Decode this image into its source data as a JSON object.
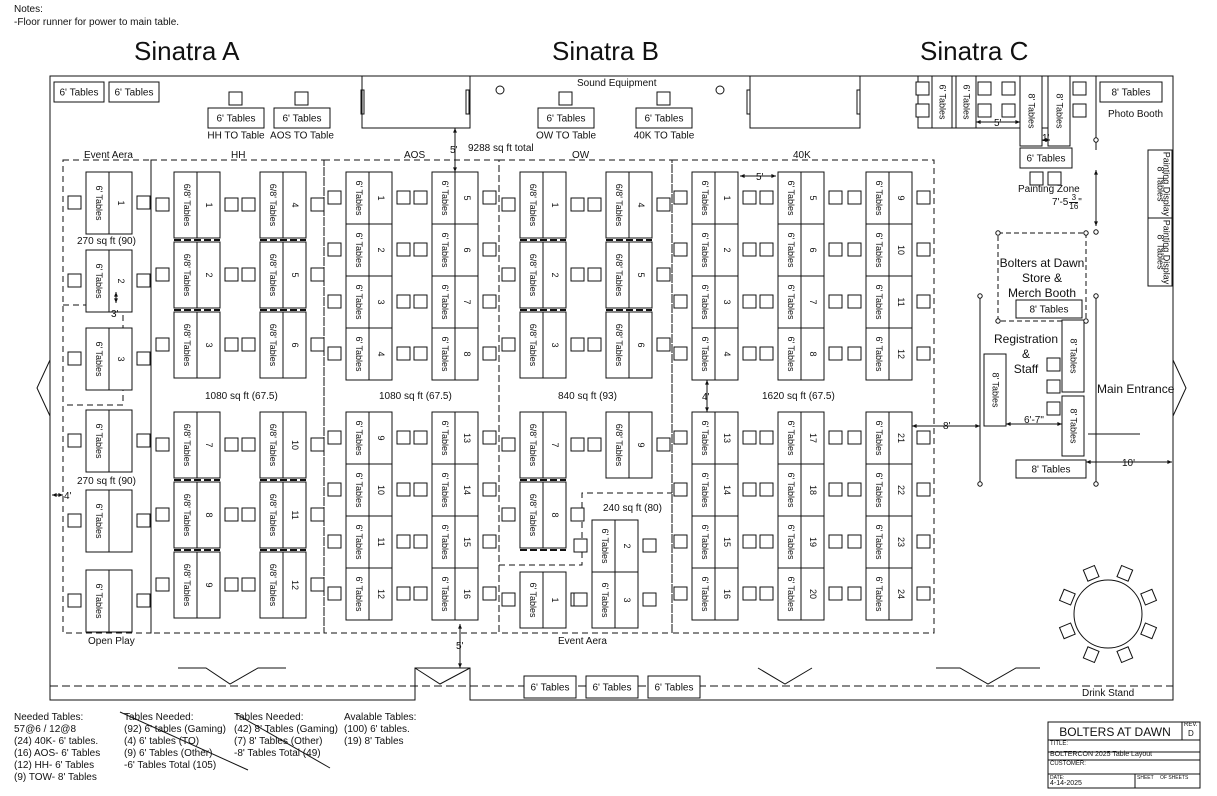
{
  "notes": {
    "heading": "Notes:",
    "line1": "-Floor runner for power to main table."
  },
  "halls": [
    "Sinatra A",
    "Sinatra B",
    "Sinatra C"
  ],
  "top_labels": {
    "sound_equipment": "Sound Equipment",
    "photo_booth": "Photo Booth",
    "painting_zone": "Painting Zone",
    "total_area": "9288 sq ft total"
  },
  "to_tables": [
    {
      "label": "6' Tables",
      "caption": "HH TO Table"
    },
    {
      "label": "6' Tables",
      "caption": "AOS TO Table"
    },
    {
      "label": "6' Tables",
      "caption": "OW TO Table"
    },
    {
      "label": "6' Tables",
      "caption": "40K TO Table"
    }
  ],
  "zones": {
    "event_area_top": "Event Aera",
    "hh": "HH",
    "aos": "AOS",
    "ow": "OW",
    "forty_k": "40K",
    "open_play": "Open Play",
    "event_area_bottom": "Event Aera"
  },
  "areas": {
    "event_1": "270 sq ft (90)",
    "event_2": "270 sq ft (90)",
    "hh": "1080 sq ft (67.5)",
    "aos": "1080 sq ft (67.5)",
    "ow": "840 sq ft (93)",
    "ow_event": "240 sq ft (80)",
    "forty_k": "1620 sq ft (67.5)"
  },
  "table_labels": {
    "six": "6' Tables",
    "six_eight": "6/8' Tables",
    "eight": "8' Tables"
  },
  "dimensions": {
    "d5_top": "5'",
    "d3": "3'",
    "d4_left": "4'",
    "d5_40k": "5'",
    "d4_40k": "4'",
    "d5_bottom": "5'",
    "d8": "8'",
    "d67": "6'-7\"",
    "d10": "10'",
    "d5_photo": "5'",
    "d1": "1'",
    "d75_main": "7'-5",
    "d75_num": "3",
    "d75_den": "16",
    "d75_tail": "\""
  },
  "right_side": {
    "store_line1": "Bolters at Dawn",
    "store_line2": "Store &",
    "store_line3": "Merch Booth",
    "registration_line1": "Registration",
    "registration_amp": "&",
    "registration_line2": "Staff",
    "main_entrance": "Main Entrance",
    "painting_display": "Painting Display",
    "drink_stand": "Drink Stand"
  },
  "needed_tables": {
    "heading": "Needed Tables:",
    "lines": [
      "57@6 / 12@8",
      "(24) 40K- 6' tables.",
      "(16) AOS- 6' Tables",
      "(12) HH- 6' Tables",
      "(9) TOW- 8' Tables"
    ]
  },
  "tables_needed_1": {
    "heading": "Tables Needed:",
    "lines": [
      "(92) 6' tables (Gaming)",
      "(4) 6' tables (TO)",
      "(9) 6' Tables (Other)",
      "-6' Tables Total (105)"
    ]
  },
  "tables_needed_2": {
    "heading": "Tables Needed:",
    "lines": [
      "(42) 8' Tables (Gaming)",
      "(7) 8' Tables (Other)",
      "-8' Tables Total (49)"
    ]
  },
  "available_tables": {
    "heading": "Avalable Tables:",
    "lines": [
      "(100) 6' tables.",
      "(19) 8' Tables"
    ]
  },
  "title_block": {
    "company": "BOLTERS AT DAWN",
    "rev_label": "REV.",
    "rev": "D",
    "title_label": "TITLE:",
    "title": "BOLTERCON 2025 Table Layout",
    "customer_label": "CUSTOMER:",
    "date_label": "DATE:",
    "date": "4-14-2025",
    "sheet_label": "SHEET",
    "of_label": "OF SHEETS"
  },
  "colors": {
    "ink": "#111111",
    "paper": "#ffffff"
  }
}
